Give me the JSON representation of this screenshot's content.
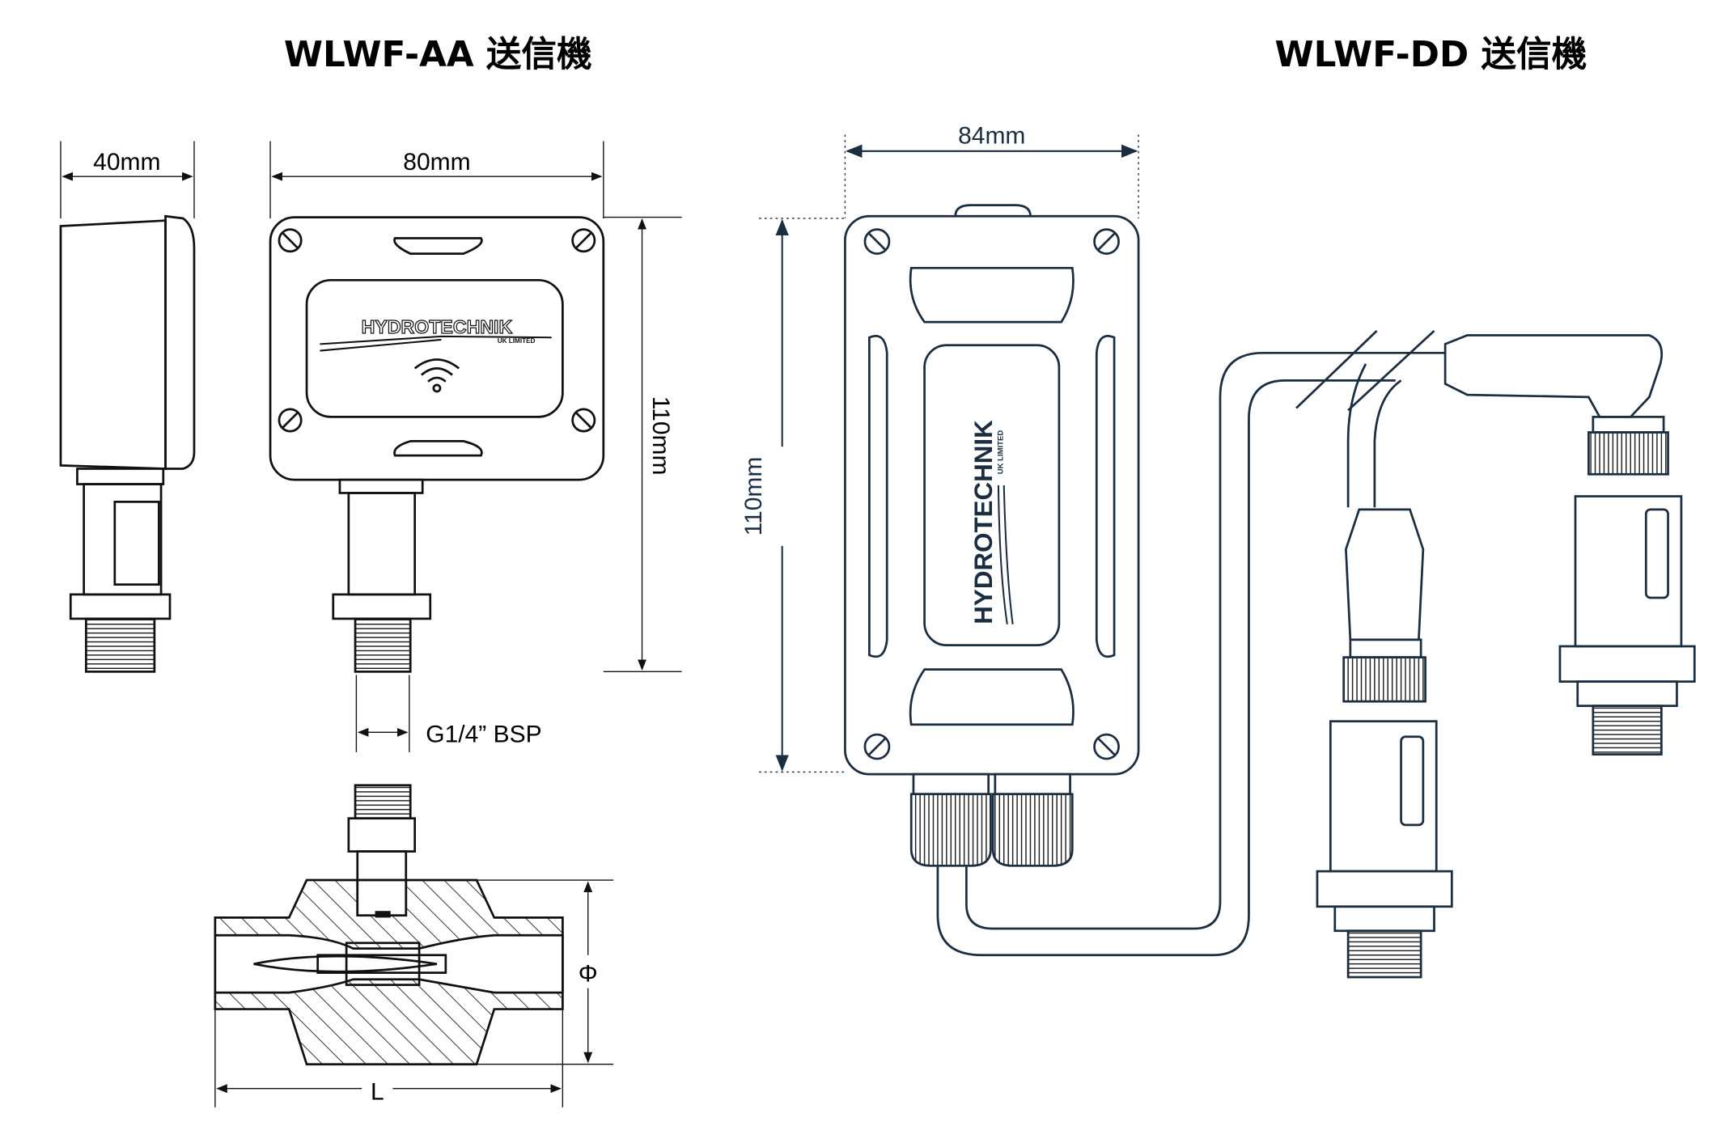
{
  "titles": {
    "aa": "WLWF-AA 送信機",
    "dd": "WLWF-DD 送信機"
  },
  "aa": {
    "depth": "40mm",
    "width": "80mm",
    "height": "110mm",
    "thread": "G1/4” BSP",
    "diameter": "Φ",
    "length": "L",
    "logo": "HYDROTECHNIK",
    "logo_sub": "UK LIMITED"
  },
  "dd": {
    "width": "84mm",
    "height": "110mm",
    "logo": "HYDROTECHNIK",
    "logo_sub": "UK LIMITED"
  },
  "colors": {
    "aa_line": "#111111",
    "dd_line": "#1b2d40"
  }
}
